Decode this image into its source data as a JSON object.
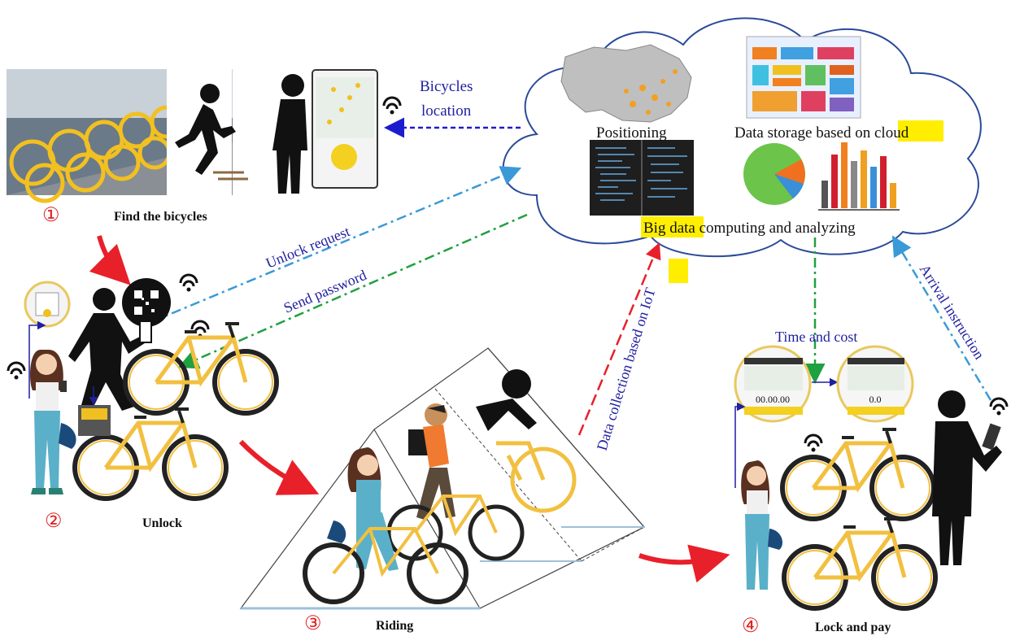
{
  "labels": {
    "bicycles_location_line1": "Bicycles",
    "bicycles_location_line2": "location",
    "positioning": "Positioning",
    "data_storage_prefix": "Data storage based on ",
    "data_storage_highlight": "cloud",
    "big_data_highlight": "Big data",
    "big_data_suffix": " computing and analyzing",
    "unlock_request": "Unlock request",
    "send_password": "Send password",
    "data_collection_prefix": "Data collection based on ",
    "data_collection_highlight": "IoT",
    "time_and_cost": "Time and cost",
    "arrival_instruction": "Arrival instruction",
    "find_bicycles": "Find the bicycles",
    "unlock": "Unlock",
    "riding": "Riding",
    "lock_and_pay": "Lock and pay"
  },
  "steps": {
    "step1": "①",
    "step2": "②",
    "step3": "③",
    "step4": "④"
  },
  "phone_screens": {
    "timer": "00.00.00",
    "cost": "0.0"
  },
  "colors": {
    "highlight": "#ffee00",
    "label_blue": "#1f1fa0",
    "step_red": "#e02020",
    "arrow_dark_blue": "#1c1ccf",
    "arrow_light_blue": "#3a9ad8",
    "arrow_green": "#20a040",
    "arrow_red": "#e8202a",
    "bike_yellow": "#f2c040"
  },
  "icons": [
    "wifi-icon",
    "walking-person-icon",
    "standing-person-icon",
    "qr-code-icon",
    "china-map-icon",
    "pie-chart-icon",
    "bar-chart-icon",
    "code-screen-icon",
    "architecture-diagram-icon",
    "bicycle-icon",
    "rider-icon"
  ]
}
